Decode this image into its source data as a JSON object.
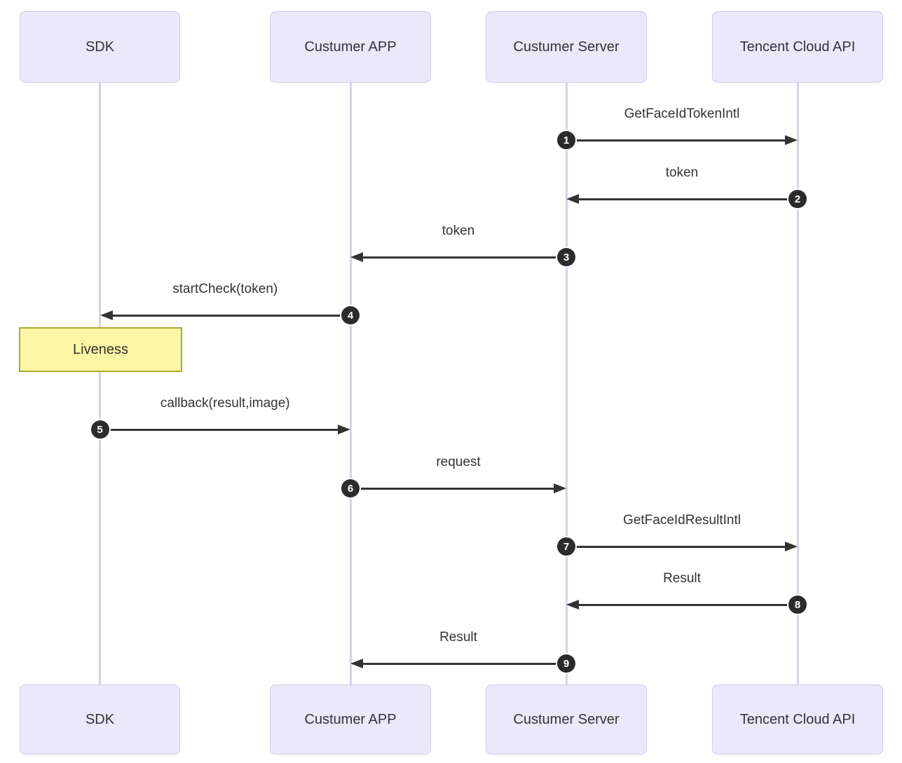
{
  "diagram": {
    "type": "sequence",
    "actors": [
      {
        "id": "sdk",
        "label": "SDK"
      },
      {
        "id": "customer-app",
        "label": "Custumer APP"
      },
      {
        "id": "customer-server",
        "label": "Custumer Server"
      },
      {
        "id": "tencent-cloud-api",
        "label": "Tencent Cloud API"
      }
    ],
    "messages": [
      {
        "num": 1,
        "from": "customer-server",
        "to": "tencent-cloud-api",
        "label": "GetFaceIdTokenIntl"
      },
      {
        "num": 2,
        "from": "tencent-cloud-api",
        "to": "customer-server",
        "label": "token"
      },
      {
        "num": 3,
        "from": "customer-server",
        "to": "customer-app",
        "label": "token"
      },
      {
        "num": 4,
        "from": "customer-app",
        "to": "sdk",
        "label": "startCheck(token)"
      },
      {
        "num": 5,
        "from": "sdk",
        "to": "customer-app",
        "label": "callback(result,image)"
      },
      {
        "num": 6,
        "from": "customer-app",
        "to": "customer-server",
        "label": "request"
      },
      {
        "num": 7,
        "from": "customer-server",
        "to": "tencent-cloud-api",
        "label": "GetFaceIdResultIntl"
      },
      {
        "num": 8,
        "from": "tencent-cloud-api",
        "to": "customer-server",
        "label": "Result"
      },
      {
        "num": 9,
        "from": "customer-server",
        "to": "customer-app",
        "label": "Result"
      }
    ],
    "note": {
      "label": "Liveness",
      "over": "sdk",
      "after_message": 4
    },
    "colors": {
      "background": "#FFFFFF",
      "text": "#333333",
      "actor_fill": "#EAE8FA",
      "actor_border": "#D2C9EC",
      "lifeline": "#D9D0EF",
      "arrow": "#333333",
      "badge_fill": "#2B2B2B",
      "badge_text": "#FFFFFF",
      "note_fill": "#FCF5A3",
      "note_border": "#AAAA33"
    }
  }
}
